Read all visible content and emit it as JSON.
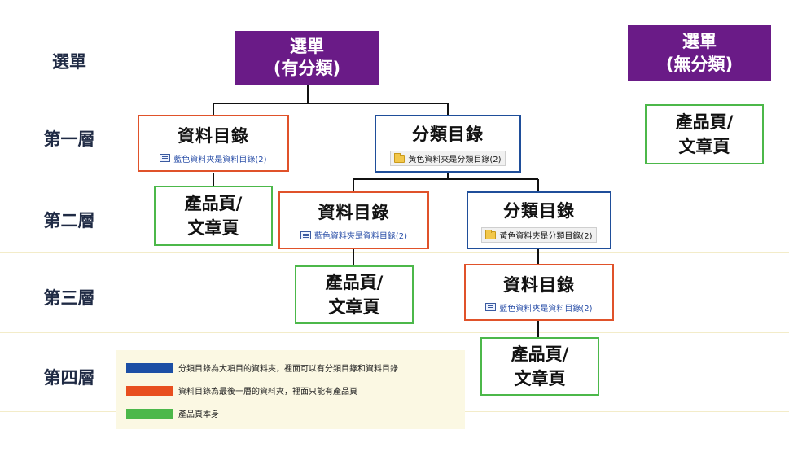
{
  "levels": [
    {
      "label": "選單"
    },
    {
      "label": "第一層"
    },
    {
      "label": "第二層"
    },
    {
      "label": "第三層"
    },
    {
      "label": "第四層"
    }
  ],
  "menus": {
    "categorized": {
      "line1": "選單",
      "line2": "(有分類)"
    },
    "uncategorized": {
      "line1": "選單",
      "line2": "(無分類)"
    }
  },
  "nodes": {
    "data_dir_title": "資料目錄",
    "data_dir_hint": "藍色資料夾是資料目錄(2)",
    "cat_dir_title": "分類目錄",
    "cat_dir_hint": "黃色資料夾是分類目錄(2)",
    "product_line1": "產品頁/",
    "product_line2": "文章頁"
  },
  "legend": [
    {
      "color": "#1c4fa5",
      "text": "分類目錄為大項目的資料夾，裡面可以有分類目錄和資料目錄"
    },
    {
      "color": "#e84f1f",
      "text": "資料目錄為最後一層的資料夾，裡面只能有產品頁"
    },
    {
      "color": "#4cb84a",
      "text": "產品頁本身"
    }
  ],
  "colors": {
    "menu": "#6a1b87",
    "category_border": "#1f4e9a",
    "data_border": "#e0522a",
    "product_border": "#4cb84a"
  }
}
